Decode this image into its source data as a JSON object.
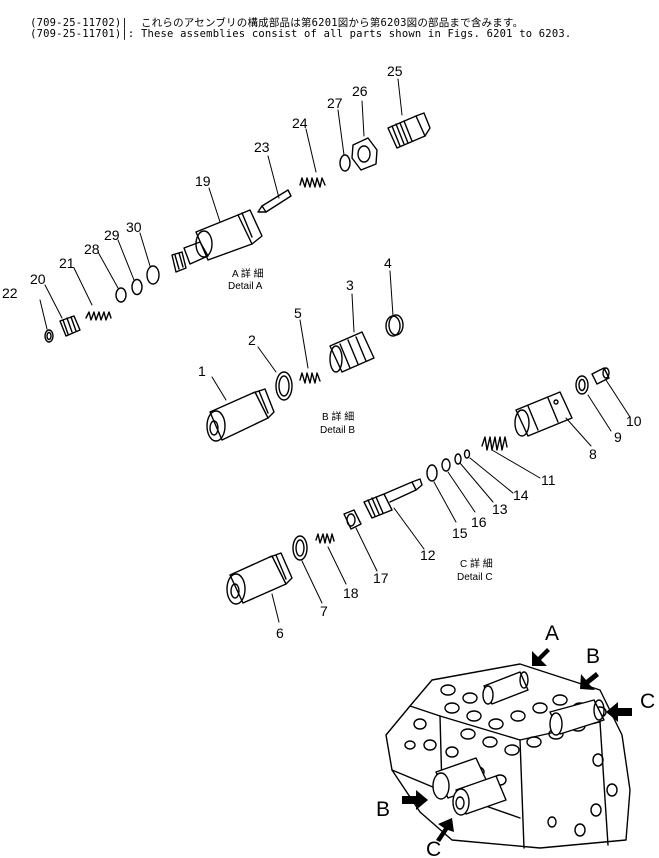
{
  "header": {
    "line1_code": "(709-25-11702)",
    "line1_text": "|  これらのアセンブリの構成部品は第6201図から第6203図の部品まで含みます。",
    "line2_code": "(709-25-11701)",
    "line2_text": "|: These assemblies consist of all parts shown in Figs. 6201 to 6203."
  },
  "details": {
    "a_jp": "A 詳 細",
    "a_en": "Detail A",
    "b_jp": "B 詳 細",
    "b_en": "Detail B",
    "c_jp": "C 詳 細",
    "c_en": "Detail C"
  },
  "parts": [
    "1",
    "2",
    "3",
    "4",
    "5",
    "6",
    "7",
    "8",
    "9",
    "10",
    "11",
    "12",
    "13",
    "14",
    "15",
    "16",
    "17",
    "18",
    "19",
    "20",
    "21",
    "22",
    "23",
    "24",
    "25",
    "26",
    "27",
    "28",
    "29",
    "30"
  ],
  "view_arrows": [
    "A",
    "B",
    "C",
    "B",
    "C"
  ]
}
